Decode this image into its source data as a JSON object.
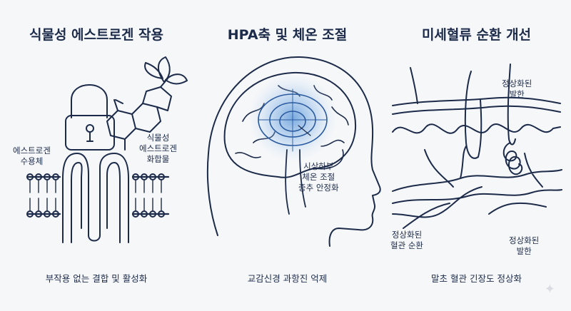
{
  "panels": [
    {
      "title": "식물성 에스트로겐 작용",
      "caption": "부작용 없는 결합 및 활성화",
      "labels": {
        "estrogen_receptor": [
          "에스트로겐",
          "수용체"
        ],
        "phytoestrogen": [
          "식물성",
          "에스트로겐",
          "화합물"
        ]
      }
    },
    {
      "title": "HPA축 및 체온 조절",
      "caption": "교감신경 과항진 억제",
      "labels": {
        "hypothalamus": [
          "시상하부",
          "체온 조절",
          "중추 안정화"
        ]
      }
    },
    {
      "title": "미세혈류 순환 개선",
      "caption": "말초 혈관 긴장도 정상화",
      "labels": {
        "normal_sweat_top": [
          "정상화된",
          "발한"
        ],
        "normal_vessel": [
          "정상화된",
          "혈관 순환"
        ],
        "normal_sweat_bottom": [
          "정상화된",
          "발한"
        ]
      }
    }
  ],
  "colors": {
    "ink": "#1d2b4a",
    "glow": "#4f8fd6",
    "background": "#f5f7f9"
  }
}
